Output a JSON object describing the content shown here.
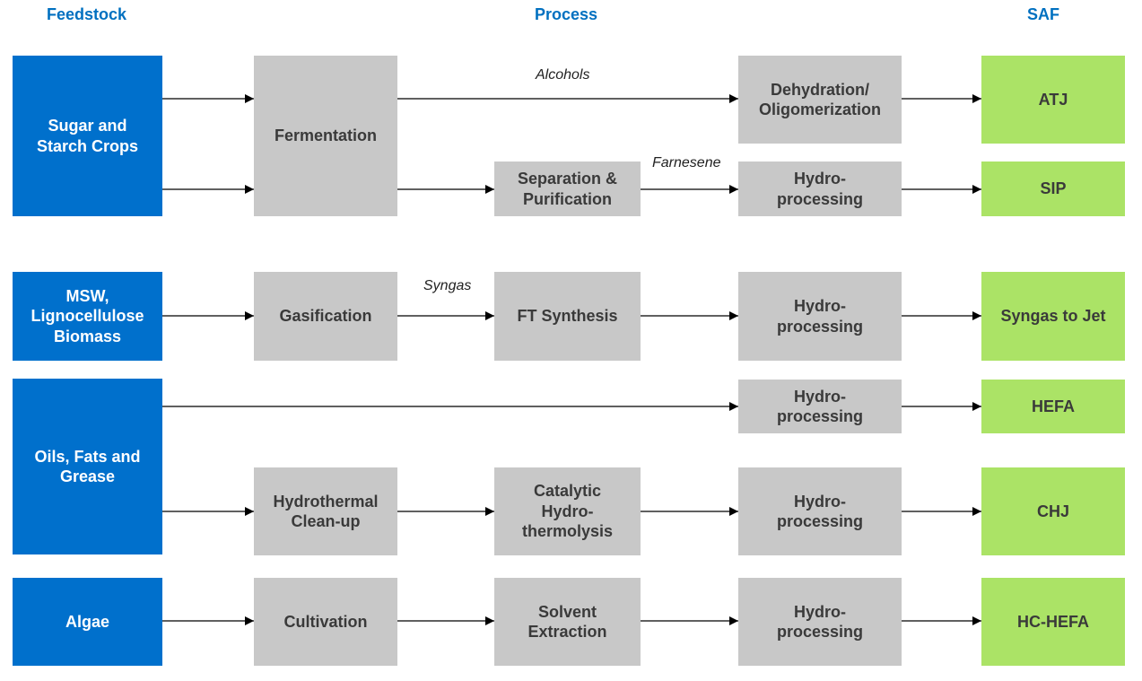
{
  "headers": {
    "feedstock": "Feedstock",
    "process": "Process",
    "saf": "SAF"
  },
  "feedstocks": {
    "sugar": "Sugar and\nStarch Crops",
    "msw": "MSW,\nLignocellulose\nBiomass",
    "oils": "Oils, Fats and\nGrease",
    "algae": "Algae"
  },
  "processes": {
    "fermentation": "Fermentation",
    "dehydration": "Dehydration/\nOligomerization",
    "separation": "Separation &\nPurification",
    "hydro_sip": "Hydro-\nprocessing",
    "gasification": "Gasification",
    "ft_synthesis": "FT Synthesis",
    "hydro_syngas": "Hydro-\nprocessing",
    "hydro_hefa": "Hydro-\nprocessing",
    "hydrothermal": "Hydrothermal\nClean-up",
    "catalytic": "Catalytic\nHydro-\nthermolysis",
    "hydro_chj": "Hydro-\nprocessing",
    "cultivation": "Cultivation",
    "solvent": "Solvent\nExtraction",
    "hydro_hchefa": "Hydro-\nprocessing"
  },
  "saf": {
    "atj": "ATJ",
    "sip": "SIP",
    "syngas_jet": "Syngas to Jet",
    "hefa": "HEFA",
    "chj": "CHJ",
    "hc_hefa": "HC-HEFA"
  },
  "edge_labels": {
    "alcohols": "Alcohols",
    "farnesene": "Farnesene",
    "syngas": "Syngas"
  },
  "colors": {
    "feedstock": "#0070cc",
    "process": "#c8c8c8",
    "saf": "#abe366",
    "header": "#0070c0"
  }
}
